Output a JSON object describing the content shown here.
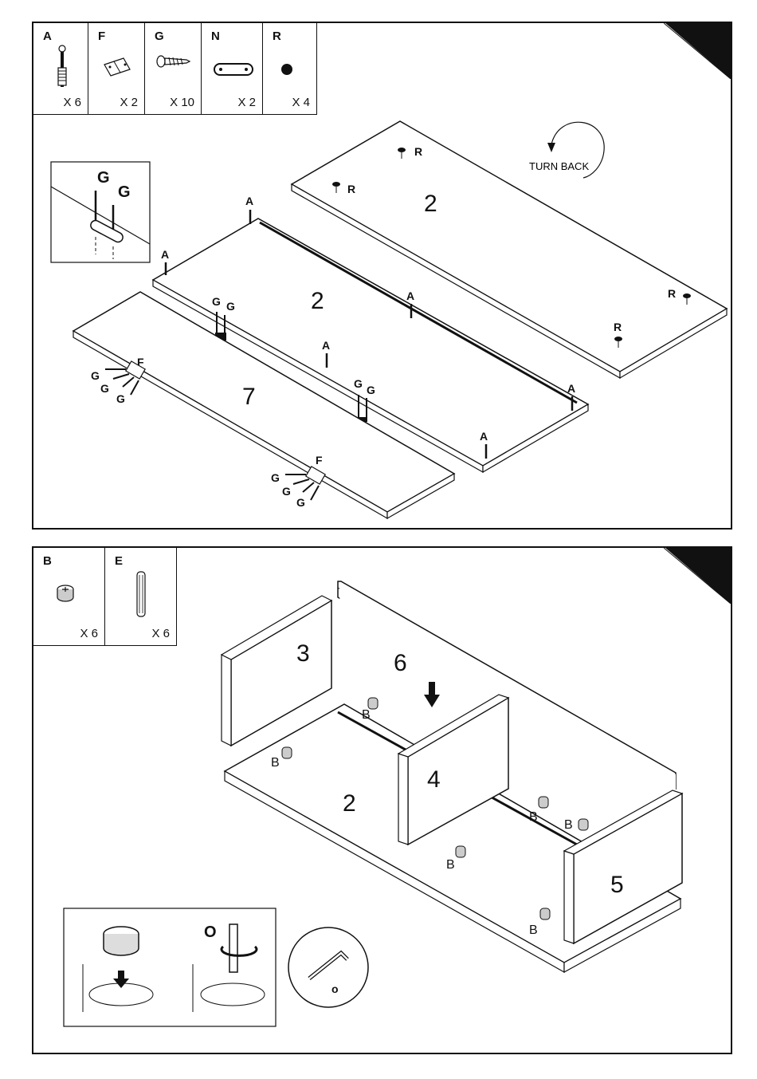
{
  "step1": {
    "parts": [
      {
        "letter": "A",
        "qty": "X 6",
        "icon": "cam-bolt-icon"
      },
      {
        "letter": "F",
        "qty": "X 2",
        "icon": "hinge-plate-icon"
      },
      {
        "letter": "G",
        "qty": "X 10",
        "icon": "screw-icon"
      },
      {
        "letter": "N",
        "qty": "X 2",
        "icon": "connector-plate-icon"
      },
      {
        "letter": "R",
        "qty": "X 4",
        "icon": "dot-pad-icon"
      }
    ],
    "detail_labels": [
      "G",
      "G"
    ],
    "turn_back": "TURN BACK",
    "panels": [
      "2",
      "2",
      "7"
    ],
    "labels": {
      "A": "A",
      "F": "F",
      "G": "G",
      "N": "N",
      "R": "R"
    }
  },
  "step2": {
    "parts": [
      {
        "letter": "B",
        "qty": "X 6",
        "icon": "cam-lock-icon"
      },
      {
        "letter": "E",
        "qty": "X 6",
        "icon": "wooden-dowel-icon"
      }
    ],
    "panels": [
      "3",
      "6",
      "2",
      "4",
      "5"
    ],
    "labels": {
      "B": "B"
    },
    "detail_label": "O",
    "tool_label": "o"
  }
}
